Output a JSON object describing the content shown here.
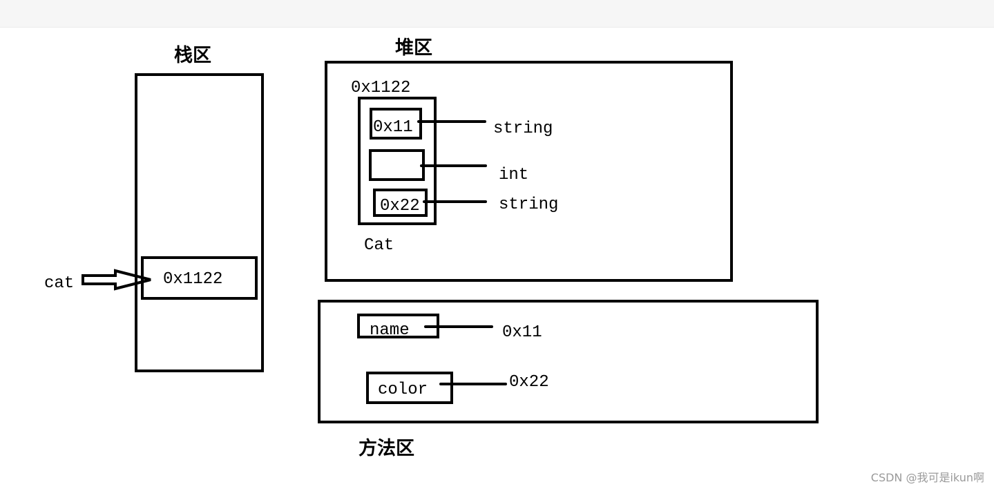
{
  "diagram": {
    "stack": {
      "title": "栈区",
      "variable_label": "cat",
      "slot_value": "0x1122"
    },
    "heap": {
      "title": "堆区",
      "object_address": "0x1122",
      "object_class": "Cat",
      "fields": [
        {
          "value": "0x11",
          "type": "string"
        },
        {
          "value": "",
          "type": "int"
        },
        {
          "value": "0x22",
          "type": "string"
        }
      ]
    },
    "method_area": {
      "title": "方法区",
      "constants": [
        {
          "name": "name",
          "address": "0x11"
        },
        {
          "name": "color",
          "address": "0x22"
        }
      ]
    }
  },
  "watermark": "CSDN @我可是ikun啊"
}
